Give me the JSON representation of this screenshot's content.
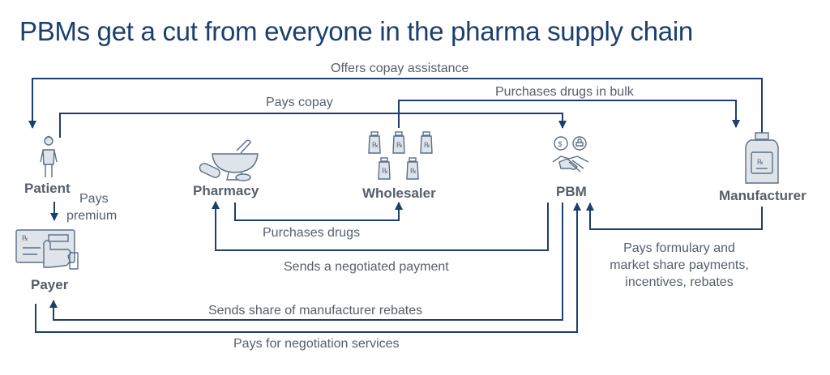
{
  "title": "PBMs get a cut from everyone in the pharma supply chain",
  "nodes": {
    "patient": "Patient",
    "pharmacy": "Pharmacy",
    "wholesaler": "Wholesaler",
    "pbm": "PBM",
    "manufacturer": "Manufacturer",
    "payer": "Payer"
  },
  "flows": {
    "copay_assistance": "Offers copay assistance",
    "purchases_bulk": "Purchases drugs in bulk",
    "pays_copay": "Pays copay",
    "pays_premium_1": "Pays",
    "pays_premium_2": "premium",
    "purchases_drugs": "Purchases drugs",
    "negotiated_payment": "Sends a negotiated payment",
    "formulary_1": "Pays formulary and",
    "formulary_2": "market share payments,",
    "formulary_3": "incentives, rebates",
    "share_rebates": "Sends share of manufacturer rebates",
    "negotiation_services": "Pays for negotiation services"
  },
  "icon_text": {
    "rx": "℞",
    "dollar": "$"
  },
  "colors": {
    "arrow": "#1b3f6e",
    "title": "#1b3f6e",
    "label": "#555f6b",
    "icon": "#5a6f86"
  }
}
